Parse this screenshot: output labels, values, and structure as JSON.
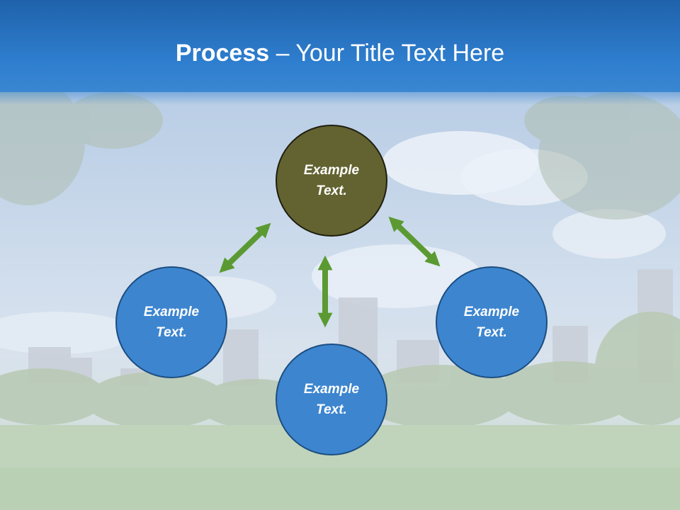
{
  "title": {
    "bold": "Process",
    "rest": " – Your Title Text Here"
  },
  "nodes": {
    "top": "Example\nText.",
    "left": "Example\nText.",
    "bottom": "Example\nText.",
    "right": "Example\nText."
  },
  "colors": {
    "title_bar": "#2f7fd0",
    "top_circle": "#636331",
    "blue_circle": "#3d85cf",
    "arrow": "#5b9a32"
  }
}
